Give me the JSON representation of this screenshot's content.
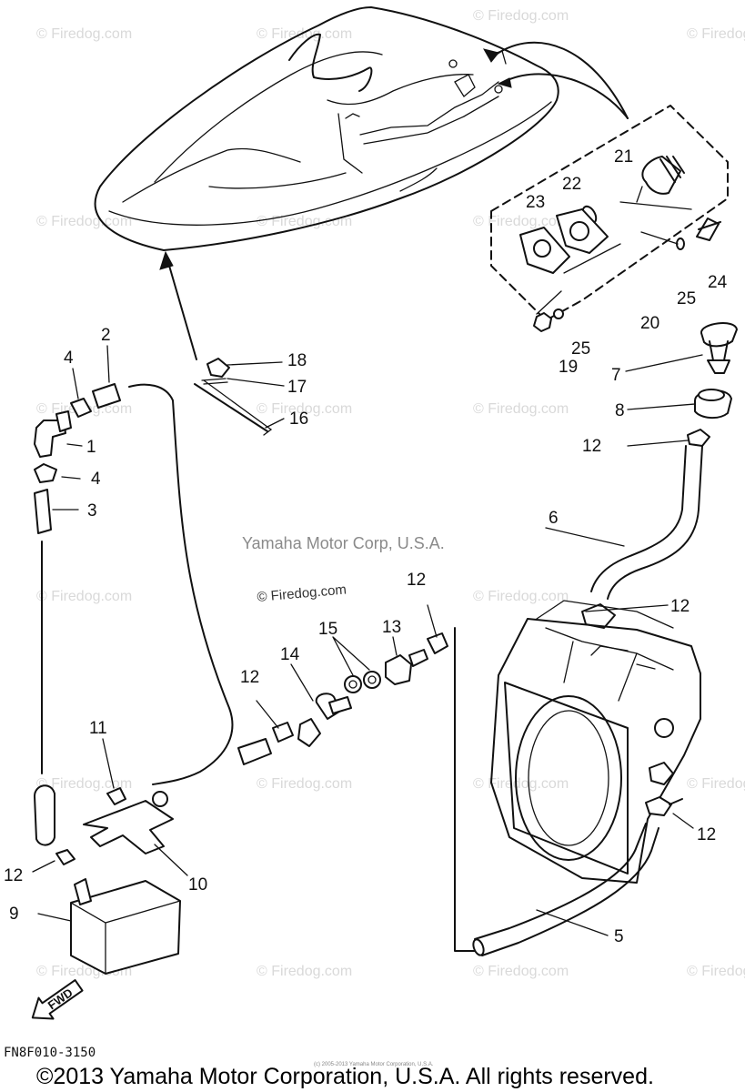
{
  "credit": "Yamaha Motor Corp, U.S.A.",
  "watermark": "© Firedog.com",
  "watermark_center": "© Firedog.com",
  "diagram_code": "FN8F010-3150",
  "footer": "©2013 Yamaha Motor Corporation, U.S.A. All rights reserved.",
  "footer_small": "(c) 2005-2013 Yamaha Motor Corporation, U.S.A.",
  "fwd_label": "FWD",
  "callouts": {
    "n1": "1",
    "n2": "2",
    "n3": "3",
    "n4a": "4",
    "n4b": "4",
    "n5": "5",
    "n6": "6",
    "n7": "7",
    "n8": "8",
    "n9": "9",
    "n10": "10",
    "n11": "11",
    "n12a": "12",
    "n12b": "12",
    "n12c": "12",
    "n12d": "12",
    "n12e": "12",
    "n12f": "12",
    "n13": "13",
    "n14": "14",
    "n15": "15",
    "n16": "16",
    "n17": "17",
    "n18": "18",
    "n19": "19",
    "n20": "20",
    "n21": "21",
    "n22": "22",
    "n23": "23",
    "n24": "24",
    "n25a": "25",
    "n25b": "25"
  }
}
